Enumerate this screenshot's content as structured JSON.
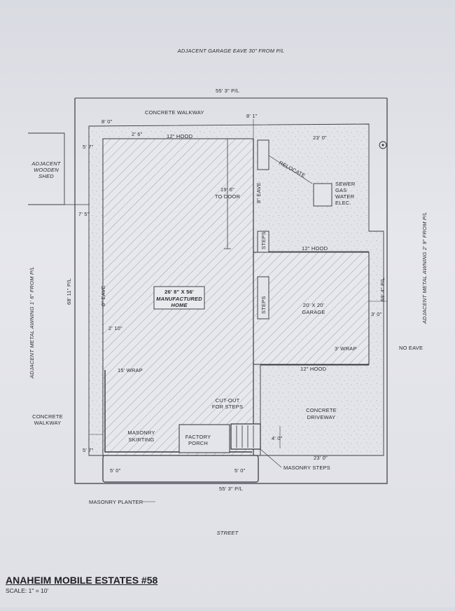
{
  "labels": {
    "top_eave": "ADJACENT GARAGE EAVE 30\" FROM P/L",
    "top_pl": "55' 3\" P/L",
    "bottom_pl": "55' 3\" P/L",
    "street": "STREET",
    "concrete_walkway_top": "CONCRETE WALKWAY",
    "dim_8_0": "8' 0\"",
    "dim_2_6": "2' 6\"",
    "dim_8_1": "8' 1\"",
    "hood_12_top": "12\" HOOD",
    "dim_23_0_top": "23' 0\"",
    "dim_5_7_top": "5' 7\"",
    "shed": [
      "ADJACENT",
      "WOODEN",
      "SHED"
    ],
    "relocate": "RELOCATE",
    "utilities": [
      "SEWER",
      "GAS",
      "WATER",
      "ELEC."
    ],
    "to_door": [
      "19' 6\"",
      "TO DOOR"
    ],
    "eave_8_right": "8\" EAVE",
    "dim_7_5": "7' 5\"",
    "steps_1": "STEPS",
    "steps_2": "STEPS",
    "hood_12_mid": "12\" HOOD",
    "left_pl": "68' 11\" P/L",
    "left_awning": "ADJACENT METAL AWNING 1' 6\" FROM P/L",
    "eave_8_left": "8\" EAVE",
    "home_box": [
      "26' 8\" X 56'",
      "MANUFACTURED",
      "HOME"
    ],
    "garage": [
      "20' X 20'",
      "GARAGE"
    ],
    "right_pl": "69' 4\" P/L",
    "right_awning": "ADJACENT METAL AWNING 2' 9\" FROM P/L",
    "dim_3_0": "3' 0\"",
    "dim_2_10": "2' 10\"",
    "wrap_3": "3' WRAP",
    "no_eave": "NO EAVE",
    "wrap_15": "15' WRAP",
    "hood_12_bottom": "12\" HOOD",
    "cut_out": [
      "CUT-OUT",
      "FOR STEPS"
    ],
    "concrete_driveway": [
      "CONCRETE",
      "DRIVEWAY"
    ],
    "concrete_walkway_left": [
      "CONCRETE",
      "WALKWAY"
    ],
    "masonry_skirting": [
      "MASONRY",
      "SKIRTING"
    ],
    "factory_porch": [
      "FACTORY",
      "PORCH"
    ],
    "dim_4_0": "4' 0\"",
    "dim_5_7_bottom": "5' 7\"",
    "dim_23_0_bottom": "23' 0\"",
    "dim_5_0_left": "5' 0\"",
    "dim_5_0_right": "5' 0\"",
    "masonry_steps": "MASONRY STEPS",
    "masonry_planter": "MASONRY PLANTER"
  },
  "title": "ANAHEIM MOBILE ESTATES #58",
  "scale": "SCALE: 1\" = 10'"
}
